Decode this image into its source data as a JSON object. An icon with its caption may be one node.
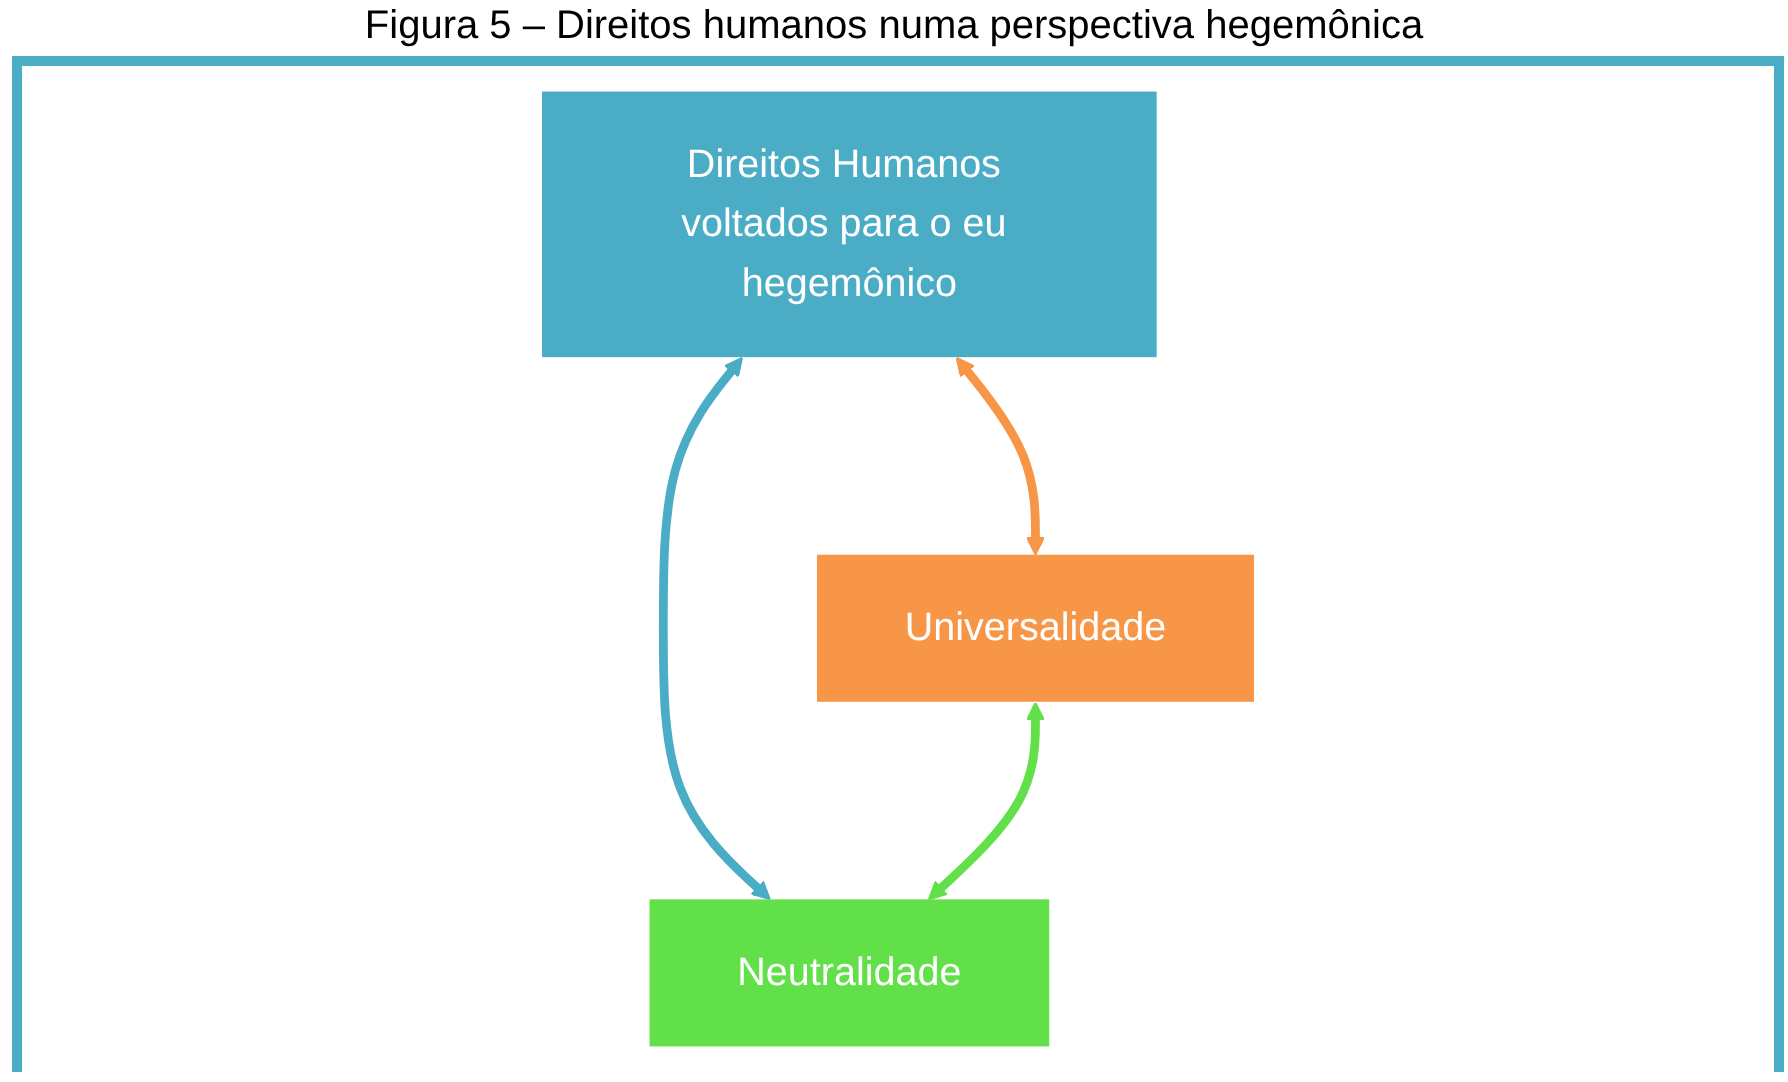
{
  "diagram": {
    "title": "Figura 5 – Direitos humanos numa perspectiva hegemônica",
    "nodes": [
      {
        "text": [
          "Direitos Humanos voltados para o eu hegemônico"
        ]
      },
      {
        "text": [
          "Universalidade"
        ]
      },
      {
        "text": [
          "Neutralidade"
        ]
      }
    ],
    "edges": [
      {
        "from": 1,
        "to": 0,
        "arrow": "both",
        "color": "#f79646"
      },
      {
        "from": 0,
        "to": 2,
        "arrow": "both",
        "color": "#4bacc6"
      },
      {
        "from": 1,
        "to": 2,
        "arrow": "both",
        "color": "#62e04a"
      }
    ]
  }
}
